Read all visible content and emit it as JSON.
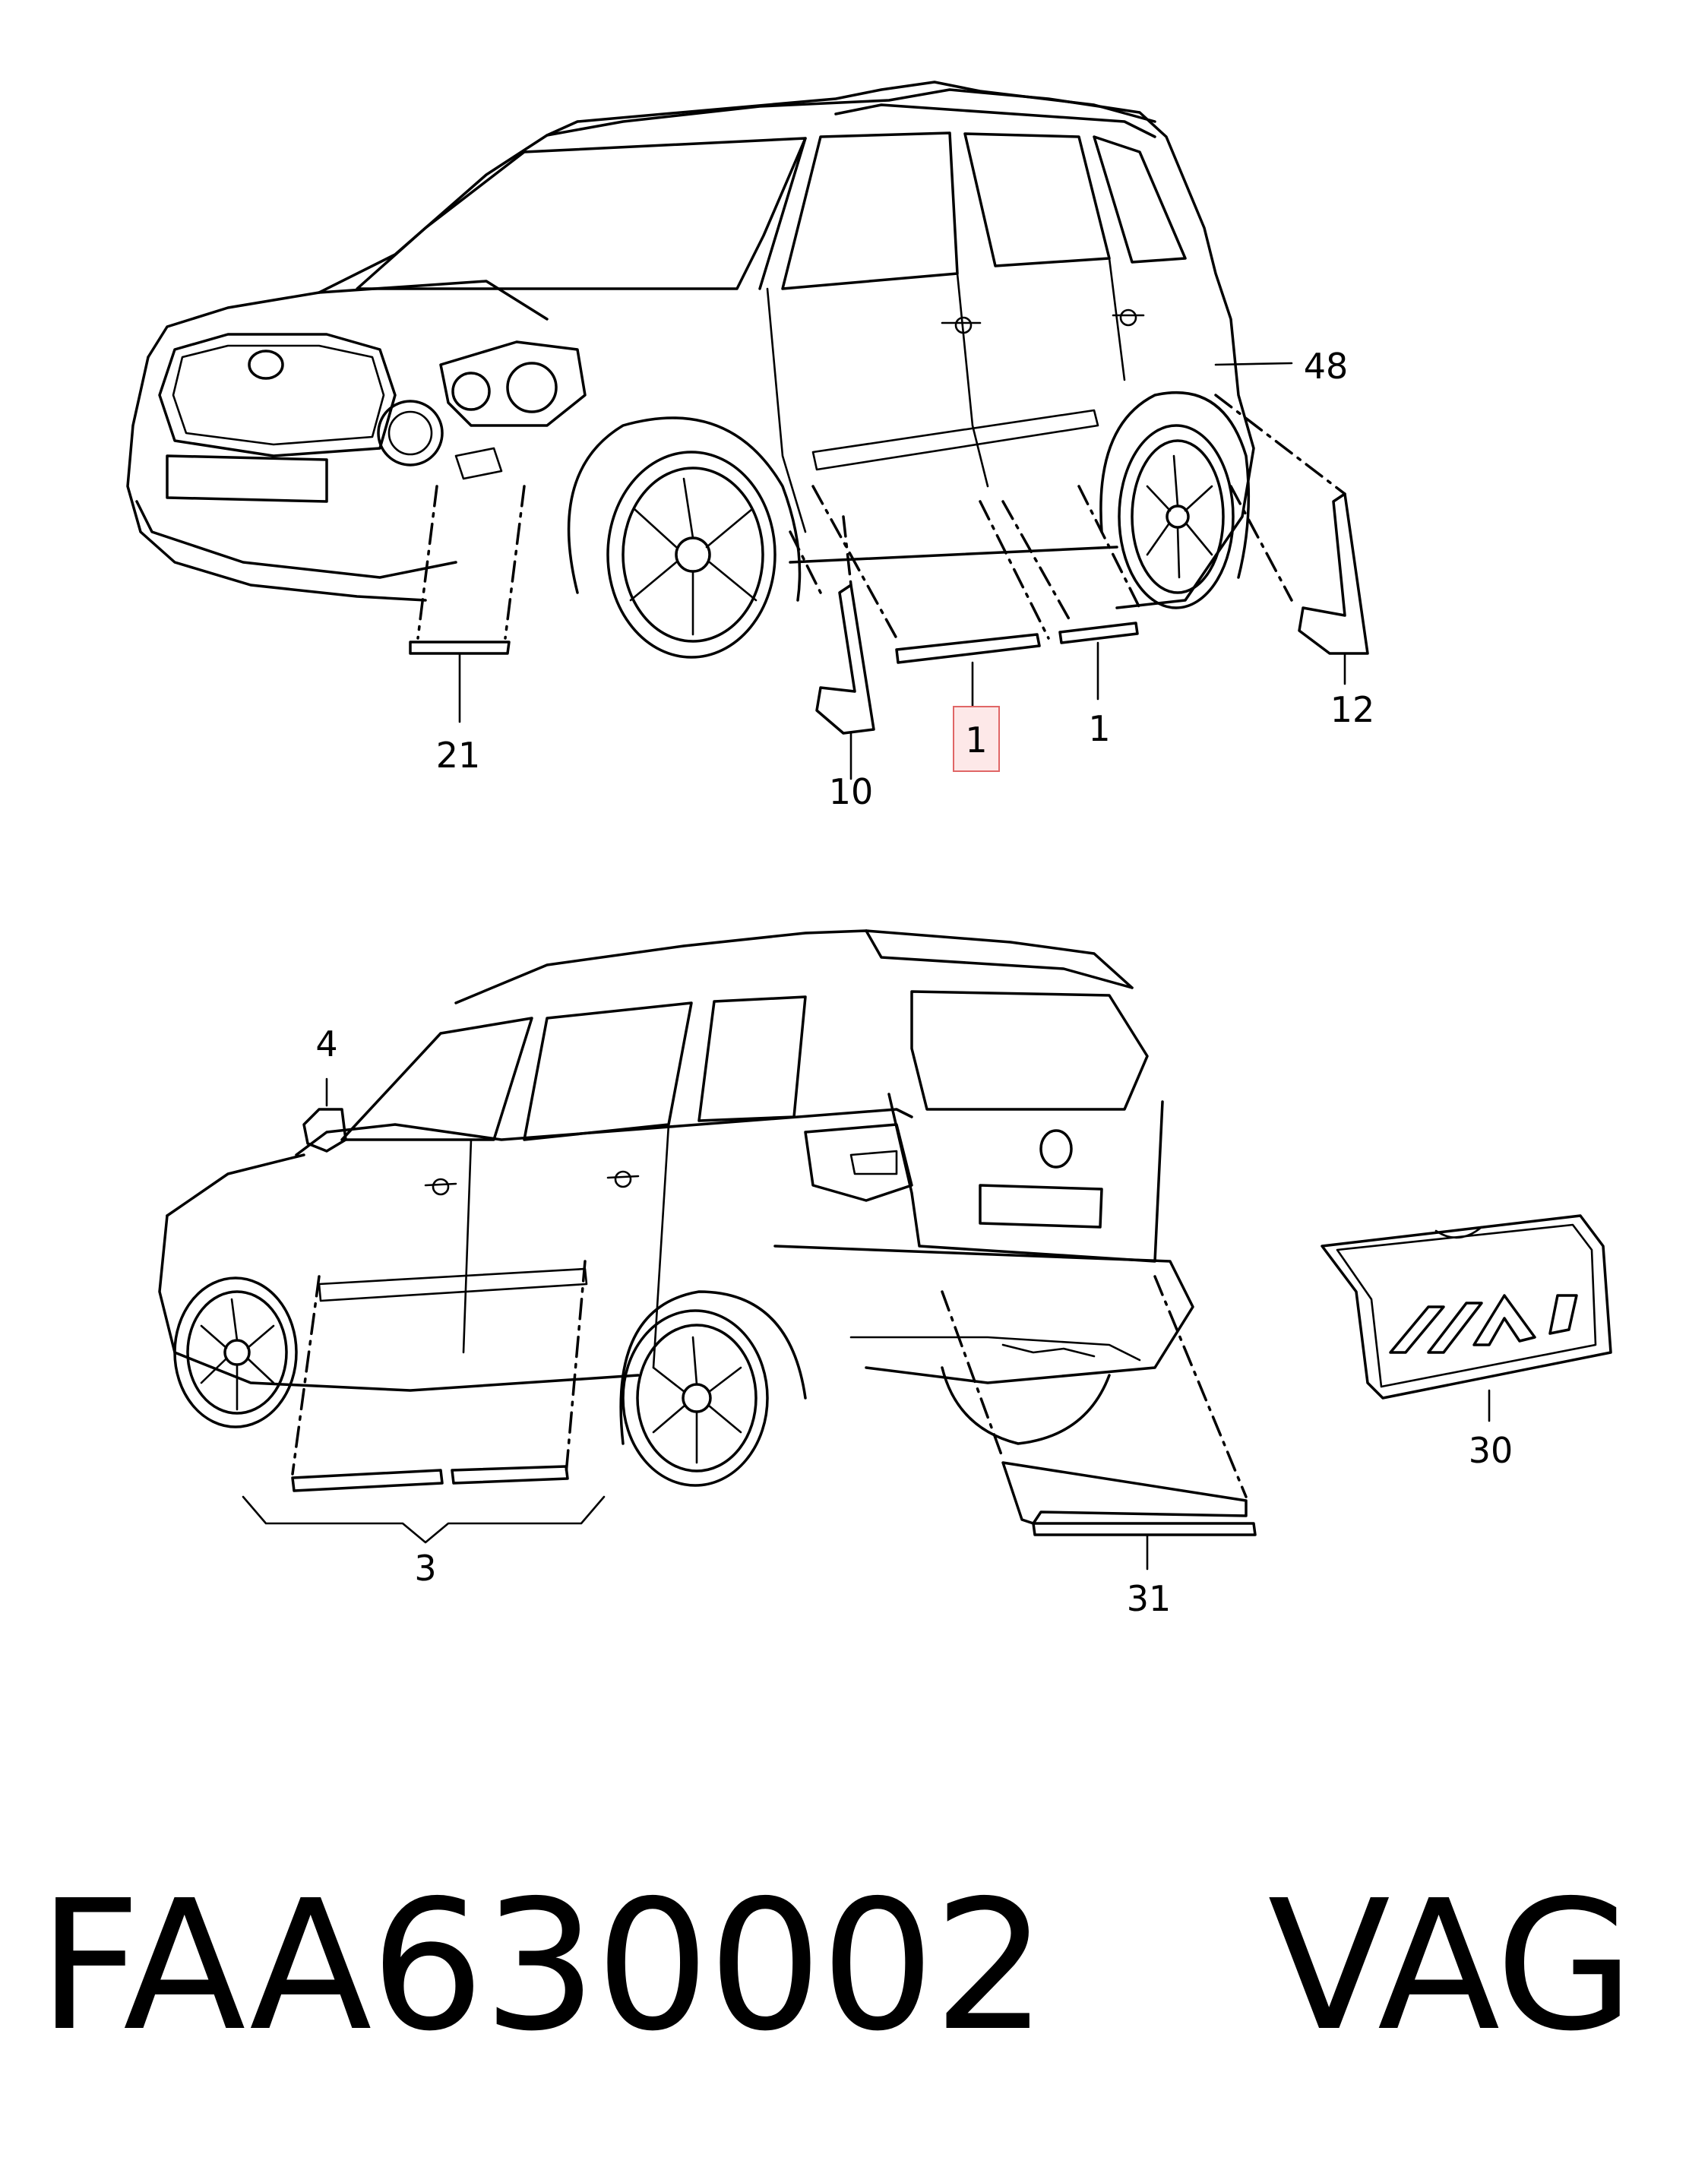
{
  "callouts": {
    "c48": "48",
    "c21": "21",
    "c10": "10",
    "c1_highlighted": "1",
    "c1": "1",
    "c12": "12",
    "c4": "4",
    "c3": "3",
    "c30": "30",
    "c31": "31"
  },
  "caption": {
    "part_number": "FAA630002",
    "brand": "VAG"
  },
  "colors": {
    "line": "#000000",
    "highlight_fill": "#fde8e8",
    "highlight_stroke": "#e06666"
  }
}
